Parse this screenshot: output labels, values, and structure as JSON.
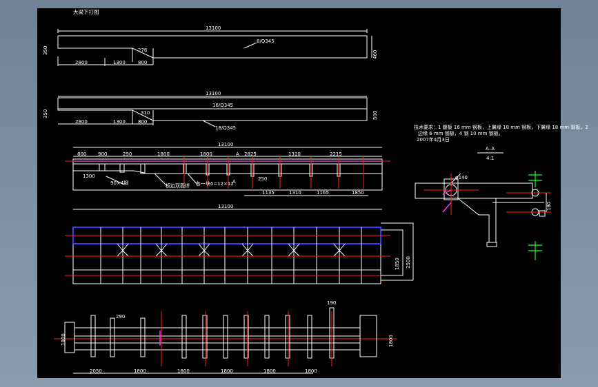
{
  "drawing": {
    "title": "大梁下打图",
    "view1": {
      "overall": "13100",
      "label": "8/Q345",
      "h_left": "350",
      "h_right": "460",
      "step": "276",
      "bottom": [
        "2800",
        "1300",
        "800"
      ]
    },
    "view2": {
      "overall": "13100",
      "label_top": "16/Q345",
      "label_bottom": "18/Q345",
      "h_left": "350",
      "h_right": "500",
      "step": "310",
      "bottom": [
        "2800",
        "1300",
        "800"
      ]
    },
    "view3": {
      "overall": "13100",
      "top": [
        "800",
        "900",
        "250",
        "1800",
        "1800",
        "2825",
        "1310",
        "2215"
      ],
      "section_a_top": "A",
      "section_a_bottom": "A",
      "small": "250",
      "left_bottom": "1300",
      "bottom": [
        "1135",
        "1310",
        "1165",
        "1850"
      ],
      "note_bottom": "90×4钢",
      "note_weld": "板边双面焊",
      "note_plate": "各一块δ=12×12"
    },
    "view4": {
      "overall": "13100",
      "d1": "1850",
      "d2": "2500"
    },
    "view5": {
      "d_top": "190",
      "d_290": "290",
      "h_left": "1800",
      "h_right": "1800",
      "bottom": [
        "2050",
        "1800",
        "1800",
        "1800",
        "1800",
        "1800"
      ]
    },
    "notes": {
      "line1": "技术要求：1 腹板 16 mm 钢板，上翼缘 18 mm 钢板，下翼缘 18 mm 钢板，2",
      "line2": "边缘 6 mm 钢板，4 钢 10 mm 钢板。",
      "line3": "2007年4月3日"
    },
    "section": {
      "title": "A–A",
      "scale": "4:1",
      "phi": "φ140",
      "height": "180"
    }
  }
}
